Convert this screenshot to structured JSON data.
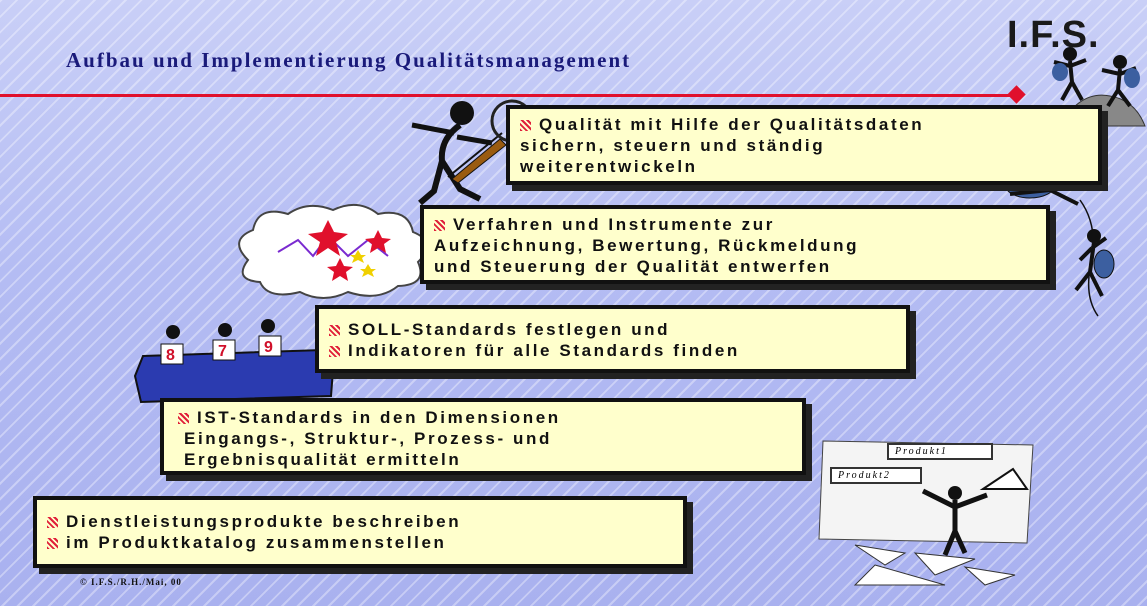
{
  "slide": {
    "title": "Aufbau und Implementierung Qualitätsmanagement",
    "logo_text": "I.F.S.",
    "copyright": "© I.F.S./R.H./Mai, 00"
  },
  "steps": [
    {
      "lines": [
        "Qualität mit Hilfe der Qualitätsdaten",
        "sichern, steuern und ständig",
        "weiterentwickeln"
      ]
    },
    {
      "lines": [
        "Verfahren und Instrumente zur",
        "Aufzeichnung, Bewertung, Rückmeldung",
        "und Steuerung der Qualität entwerfen"
      ]
    },
    {
      "lines": [
        "SOLL-Standards festlegen und",
        "Indikatoren für alle Standards finden"
      ]
    },
    {
      "lines": [
        "IST-Standards in den Dimensionen",
        "Eingangs-, Struktur-, Prozess- und",
        "Ergebnisqualität ermitteln"
      ]
    },
    {
      "lines": [
        "Dienstleistungsprodukte beschreiben",
        "im Produktkatalog zusammenstellen"
      ]
    }
  ],
  "illustrations": {
    "score_cards": [
      "8",
      "7",
      "9"
    ],
    "product_tags": [
      "Produkt1",
      "Produkt2"
    ]
  },
  "colors": {
    "accent_red": "#e0102c",
    "box_fill": "#ffffcc",
    "title_blue": "#1a1a7a",
    "podium_blue": "#2b3bb0"
  }
}
